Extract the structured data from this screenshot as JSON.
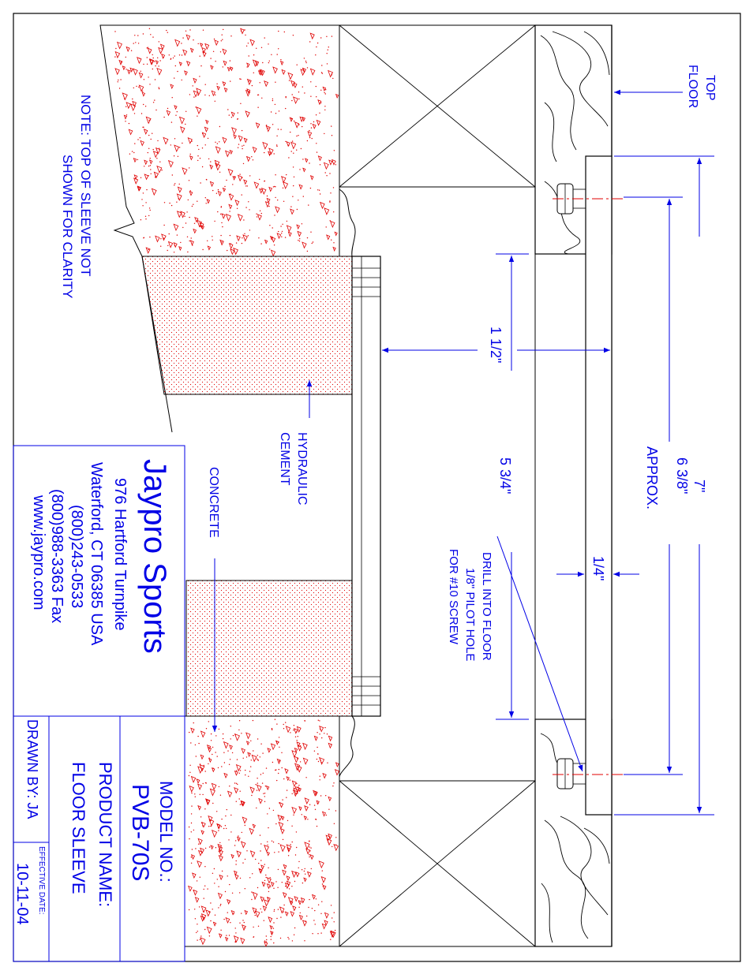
{
  "labels": {
    "top_floor": [
      "TOP",
      "FLOOR"
    ],
    "note": [
      "NOTE: TOP OF SLEEVE NOT",
      "SHOWN FOR CLARITY"
    ],
    "hydraulic_cement": [
      "HYDRAULIC",
      "CEMENT"
    ],
    "concrete": "CONCRETE",
    "drill": [
      "DRILL INTO FLOOR",
      "1/8\" PILOT HOLE",
      "FOR #10 SCREW"
    ]
  },
  "dimensions": {
    "depth": "1 1/2\"",
    "sleeve_height": "5 3/4\"",
    "overall_length": "7\"",
    "screw_spacing": [
      "6 3/8\"",
      "APPROX."
    ],
    "flange_thickness": "1/4\""
  },
  "company": {
    "name": "Jaypro Sports",
    "street": "976 Hartford Turnpike",
    "city": "Waterford, CT 06385 USA",
    "phone": "(800)243-0533",
    "fax": "(800)988-3363 Fax",
    "web": "www.jaypro.com"
  },
  "title_block": {
    "model_label": "MODEL NO.:",
    "model_value": "PVB-70S",
    "product_label": "PRODUCT NAME:",
    "product_value": "FLOOR SLEEVE",
    "drawn_by": "DRAWN BY: JA",
    "effective_label": "EFFECTIVE DATE:",
    "effective_value": "10-11-04"
  },
  "colors": {
    "line": "#000000",
    "annotation": "#0000e6",
    "fill": "#e00000"
  }
}
